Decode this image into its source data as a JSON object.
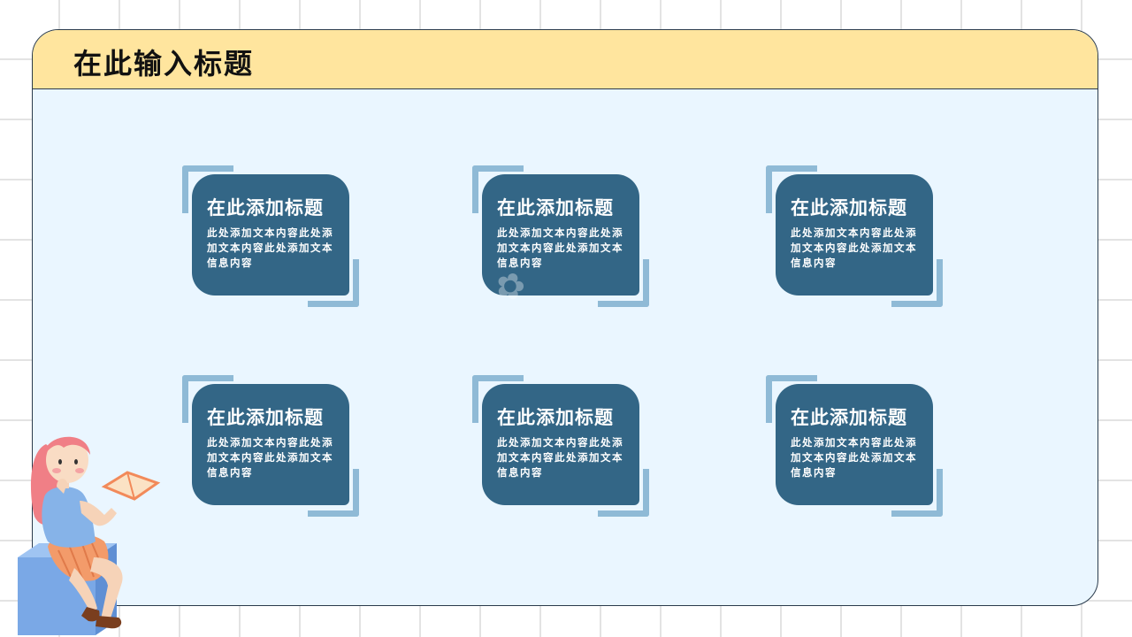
{
  "header": {
    "title": "在此输入标题"
  },
  "cards": [
    {
      "title": "在此添加标题",
      "text": "此处添加文本内容此处添加文本内容此处添加文本信息内容"
    },
    {
      "title": "在此添加标题",
      "text": "此处添加文本内容此处添加文本内容此处添加文本信息内容"
    },
    {
      "title": "在此添加标题",
      "text": "此处添加文本内容此处添加文本内容此处添加文本信息内容"
    },
    {
      "title": "在此添加标题",
      "text": "此处添加文本内容此处添加文本内容此处添加文本信息内容"
    },
    {
      "title": "在此添加标题",
      "text": "此处添加文本内容此处添加文本内容此处添加文本信息内容"
    },
    {
      "title": "在此添加标题",
      "text": "此处添加文本内容此处添加文本内容此处添加文本信息内容"
    }
  ],
  "colors": {
    "header_bg": "#ffe59e",
    "panel_bg": "#eaf6ff",
    "card_bg": "#336686",
    "bracket": "#8fbad6"
  },
  "icons": [
    "girl-reading-illustration",
    "watermark-logo"
  ]
}
